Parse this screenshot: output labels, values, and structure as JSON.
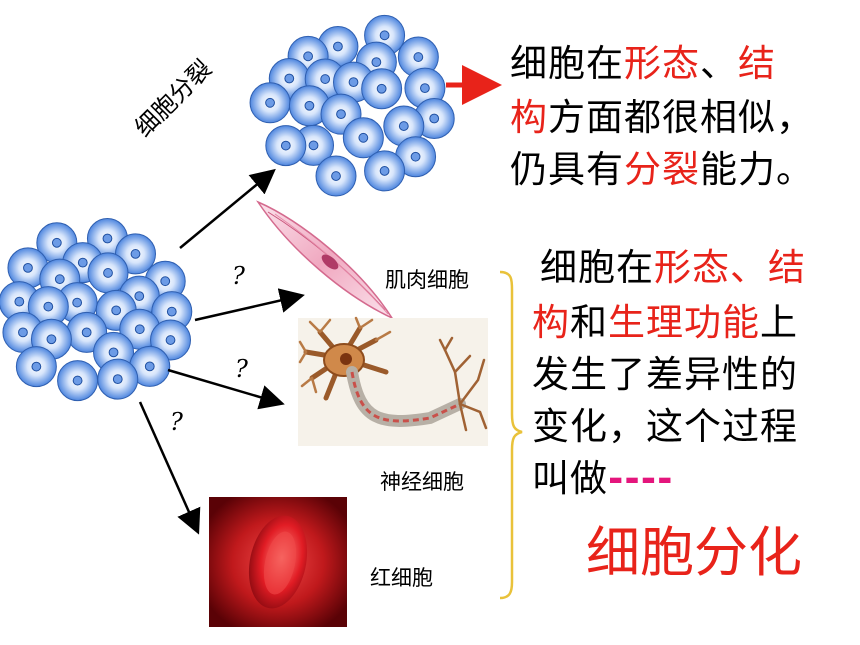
{
  "colors": {
    "accent_red": "#e8231a",
    "dash_magenta": "#e4157c",
    "cell_blue": "#4e86df",
    "bracket_yellow": "#e9c23a"
  },
  "labels": {
    "division": "细胞分裂",
    "muscle": "肌肉细胞",
    "nerve": "神经细胞",
    "rbc": "红细胞",
    "q": "?"
  },
  "text_top": {
    "line1": [
      "细胞在",
      "形态",
      "、",
      "结"
    ],
    "line2": [
      "构",
      "方面都很相似，"
    ],
    "line3": [
      "仍具有",
      "分裂",
      "能力。"
    ]
  },
  "text_mid": {
    "line1": [
      "细胞在",
      "形态、结"
    ],
    "line2": [
      "构",
      "和",
      "生理功能",
      "上"
    ],
    "line3": "发生了差异性的",
    "line4": "变化，这个过程",
    "line5": [
      "叫做",
      "----"
    ]
  },
  "conclusion": "细胞分化"
}
